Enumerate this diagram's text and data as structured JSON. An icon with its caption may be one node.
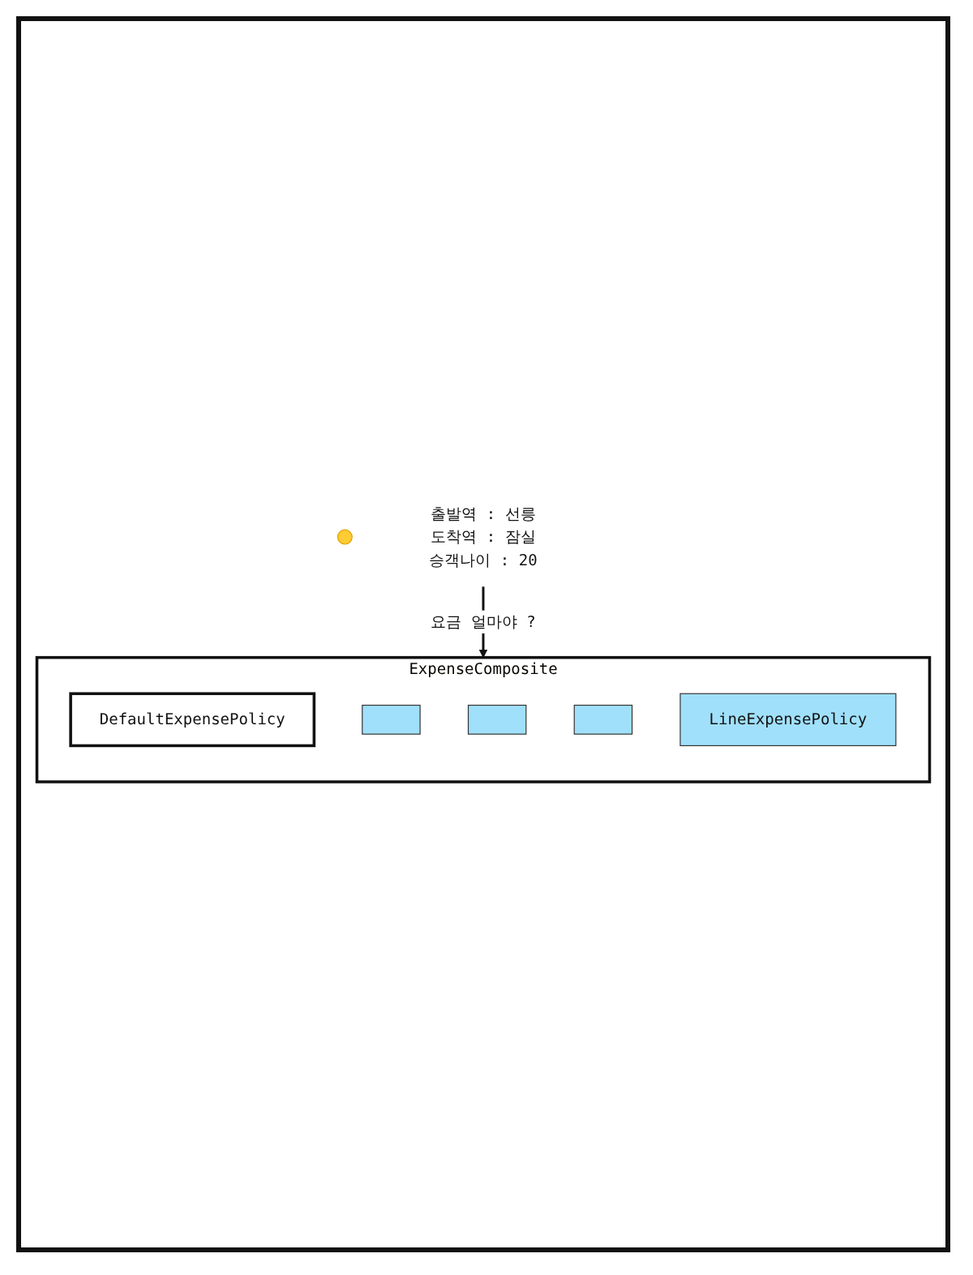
{
  "diagram": {
    "nodes": [
      {
        "text": [],
        "shape": "circle"
      },
      {
        "text": [
          "출발역 : 선릉",
          "도착역 : 잠실",
          "승객나이 : 20"
        ]
      },
      {
        "text": [
          "ExpenseComposite"
        ]
      },
      {
        "text": [
          "DefaultExpensePolicy"
        ],
        "in": 2
      },
      {
        "text": [],
        "shape": "box",
        "in": 2
      },
      {
        "text": [],
        "shape": "box",
        "in": 2
      },
      {
        "text": [],
        "shape": "box",
        "in": 2
      },
      {
        "text": [
          "LineExpensePolicy"
        ],
        "in": 2
      }
    ],
    "edges": [
      {
        "from": 1,
        "to": 2,
        "label": "요금 얼마야 ?",
        "arrow": "to"
      }
    ]
  }
}
